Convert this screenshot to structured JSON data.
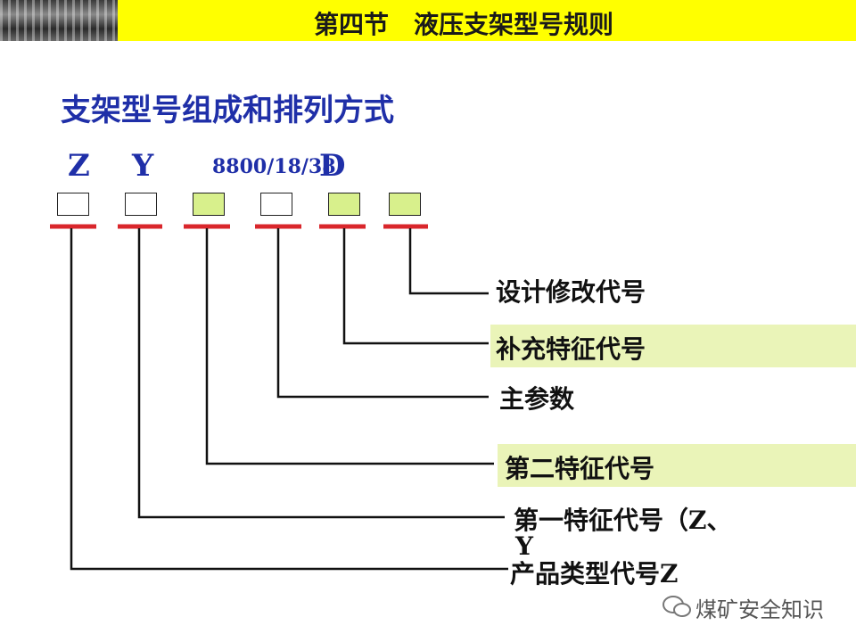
{
  "header": {
    "title": "第四节　液压支架型号规则"
  },
  "subtitle": "支架型号组成和排列方式",
  "code": {
    "z": "Z",
    "y": "Y",
    "params": "8800/18/38",
    "d": "D"
  },
  "labels": {
    "l1": "设计修改代号",
    "l2": "补充特征代号",
    "l3": "主参数",
    "l4": "第二特征代号",
    "l5a": "第一特征代号（Z、",
    "l5b": "Y",
    "l6": "产品类型代号Z"
  },
  "watermark": "煤矿安全知识",
  "colors": {
    "header": "#ffff00",
    "title_blue": "#1f2fa8",
    "bar_red": "#d9262b",
    "box_green": "#d8f08c",
    "highlight": "#eaf4b8"
  }
}
